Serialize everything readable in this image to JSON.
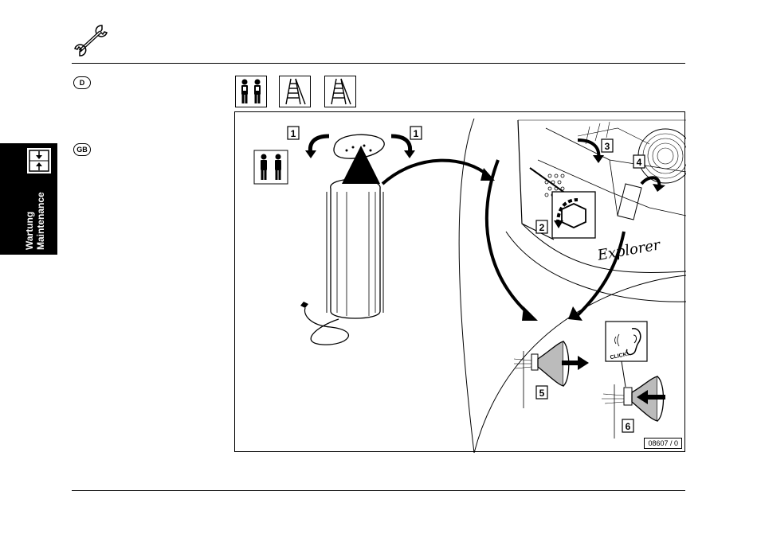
{
  "languages": [
    "D",
    "GB"
  ],
  "side_tab": {
    "line1": "Wartung",
    "line2": "Maintenance"
  },
  "steps": [
    "1",
    "1",
    "2",
    "3",
    "4",
    "5",
    "6"
  ],
  "click_label": "CLICK!",
  "brand_signature": "Explorer",
  "figure_ref": "08607 / 0",
  "icons": [
    "wrench-icon",
    "two-persons-icon",
    "ladder-icon",
    "ear-icon",
    "bolt-icon",
    "lamp-icon"
  ]
}
